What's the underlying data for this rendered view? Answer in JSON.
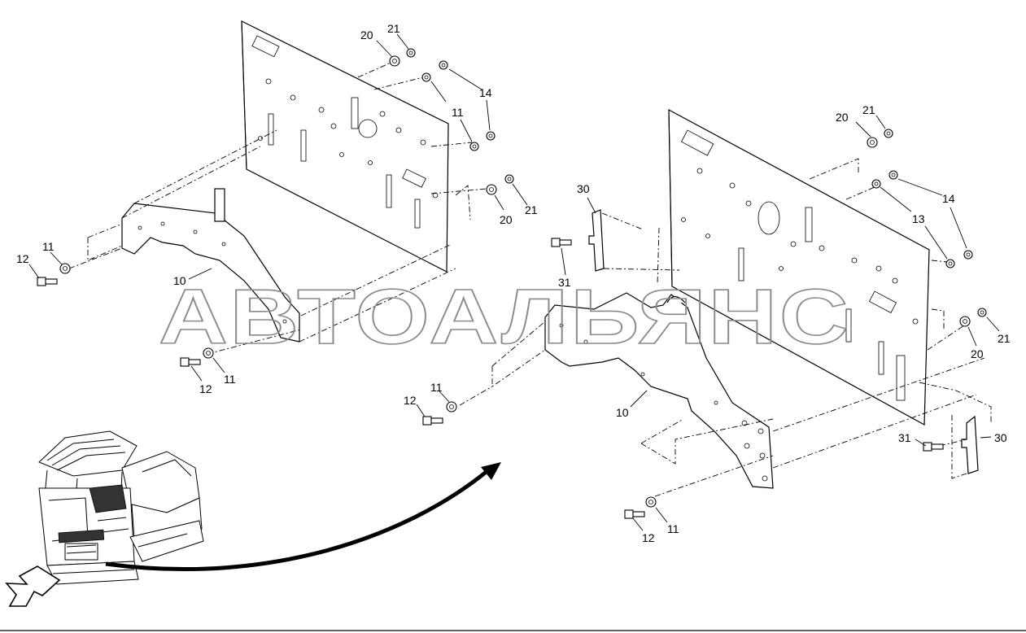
{
  "watermark": "АВТОАЛЬЯНС",
  "labels": {
    "l_20a": "20",
    "l_21a": "21",
    "l_14a": "14",
    "l_11a": "11",
    "l_20b": "20",
    "l_21b": "21",
    "l_12a": "12",
    "l_11b": "11",
    "l_10a": "10",
    "l_12b": "12",
    "l_11c": "11",
    "l_20c": "20",
    "l_21c": "21",
    "l_14b": "14",
    "l_13": "13",
    "l_30a": "30",
    "l_31a": "31",
    "l_21d": "21",
    "l_20d": "20",
    "l_11d": "11",
    "l_12c": "12",
    "l_10b": "10",
    "l_31b": "31",
    "l_30b": "30",
    "l_12d": "12",
    "l_11e": "11"
  },
  "icons": {
    "locator_arrow": "hollow-arrow-icon",
    "pointer_arrow": "curved-arrow-icon"
  }
}
